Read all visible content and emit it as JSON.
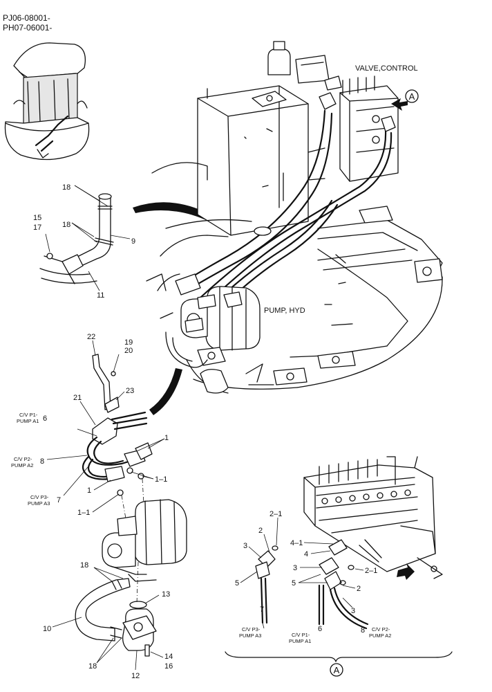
{
  "header": {
    "serial_1": "PJ06-08001-",
    "serial_2": "PH07-06001-"
  },
  "components": {
    "valve_control": "VALVE,CONTROL",
    "pump_hyd": "PUMP, HYD"
  },
  "view_marker": "A",
  "callouts": {
    "c18a": "18",
    "c18b": "18",
    "c9": "9",
    "c15": "15",
    "c17": "17",
    "c11": "11",
    "c22": "22",
    "c19": "19",
    "c20": "20",
    "c23": "23",
    "c21": "21",
    "c6": "6",
    "c8": "8",
    "c7": "7",
    "c1a": "1",
    "c1b": "1",
    "c1_1a": "1–1",
    "c1_1b": "1–1",
    "c18c": "18",
    "c13": "13",
    "c10": "10",
    "c18d": "18",
    "c12": "12",
    "c14": "14",
    "c16": "16",
    "v2_1a": "2–1",
    "v2a": "2",
    "v3a": "3",
    "v5a": "5",
    "v4_1": "4–1",
    "v4": "4",
    "v3b": "3",
    "v2_1b": "2–1",
    "v5b": "5",
    "v2b": "2",
    "v3c": "3",
    "v7": "7",
    "v6": "6",
    "v8": "8"
  },
  "port_labels": {
    "cv_p1_pump_a1": [
      "C/V P1-",
      "PUMP A1"
    ],
    "cv_p2_pump_a2": [
      "C/V P2-",
      "PUMP A2"
    ],
    "cv_p3_pump_a3": [
      "C/V P3-",
      "PUMP A3"
    ],
    "detail_p3": [
      "C/V P3-",
      "PUMP A3"
    ],
    "detail_p1": [
      "C/V P1-",
      "PUMP A1"
    ],
    "detail_p2": [
      "C/V P2-",
      "PUMP A2"
    ]
  },
  "icons": [
    "view-circle-icon",
    "view-arrow-icon",
    "flow-arrow-icon"
  ]
}
